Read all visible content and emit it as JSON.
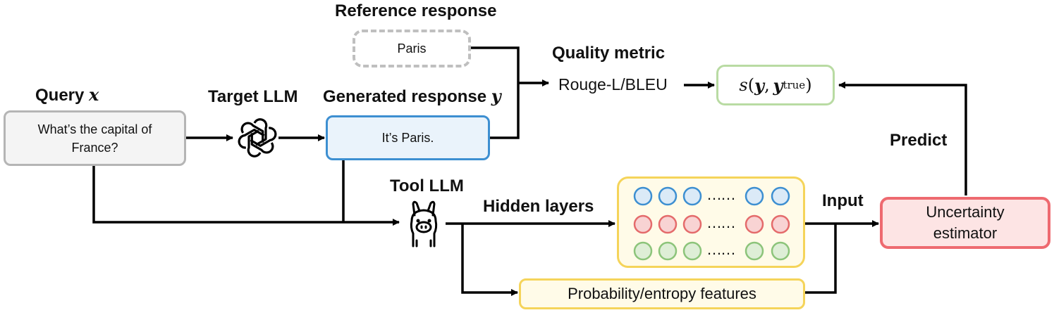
{
  "labels": {
    "reference_response": "Reference response",
    "quality_metric": "Quality metric",
    "query": "Query",
    "query_var": "x",
    "target_llm": "Target LLM",
    "generated_response": "Generated response",
    "generated_var": "y",
    "tool_llm": "Tool LLM",
    "hidden_layers": "Hidden layers",
    "input": "Input",
    "predict": "Predict"
  },
  "boxes": {
    "reference": "Paris",
    "metric_name": "Rouge-L/BLEU",
    "score_s": "s",
    "score_y": "y",
    "score_ytrue": "y",
    "score_sub": "true",
    "query_text": "What’s the capital of France?",
    "generated_text": "It’s Paris.",
    "prob_features": "Probability/entropy features",
    "estimator": "Uncertainty estimator"
  },
  "hidden_dots": "……",
  "colors": {
    "blue": "#3d8fd1",
    "red": "#e46b6b",
    "green": "#8cc47a",
    "yellow": "#f5d45a",
    "gray": "#b8b8b8",
    "dashed_gray": "#bfbfbf",
    "est_fill": "#fde4e4",
    "est_border": "#ee6a70"
  },
  "icons": [
    "openai-logo-icon",
    "llama-icon"
  ]
}
